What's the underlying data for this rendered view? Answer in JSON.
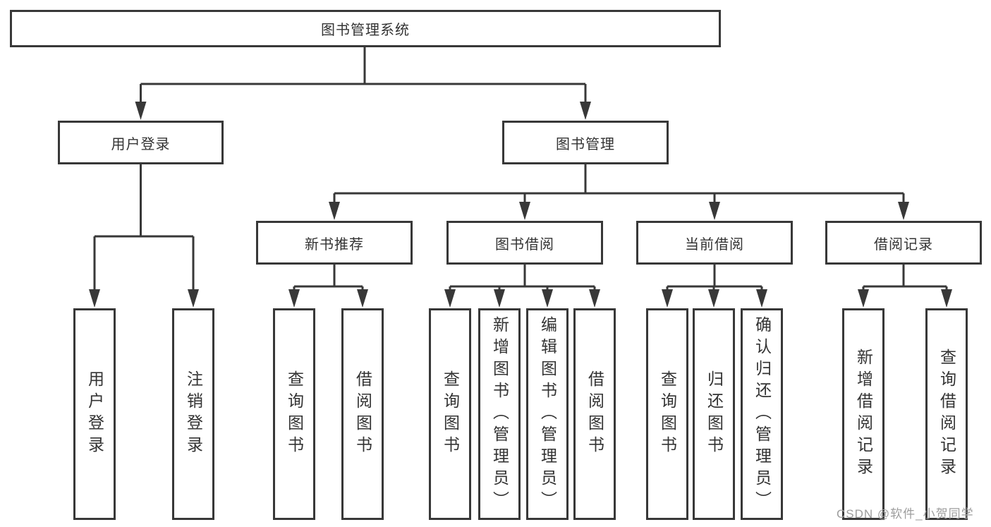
{
  "tree": {
    "label": "图书管理系统",
    "children": [
      {
        "label": "用户登录",
        "children": [
          {
            "label": "用户登录"
          },
          {
            "label": "注销登录"
          }
        ]
      },
      {
        "label": "图书管理",
        "children": [
          {
            "label": "新书推荐",
            "children": [
              {
                "label": "查询图书"
              },
              {
                "label": "借阅图书"
              }
            ]
          },
          {
            "label": "图书借阅",
            "children": [
              {
                "label": "查询图书"
              },
              {
                "label": "新增图书（管理员）"
              },
              {
                "label": "编辑图书（管理员）"
              },
              {
                "label": "借阅图书"
              }
            ]
          },
          {
            "label": "当前借阅",
            "children": [
              {
                "label": "查询图书"
              },
              {
                "label": "归还图书"
              },
              {
                "label": "确认归还（管理员）"
              }
            ]
          },
          {
            "label": "借阅记录",
            "children": [
              {
                "label": "新增借阅记录"
              },
              {
                "label": "查询借阅记录"
              }
            ]
          }
        ]
      }
    ]
  },
  "watermark": "CSDN @软件_小贺同学",
  "colors": {
    "line": "#383838",
    "text": "#333333",
    "watermark": "#9d9d9d",
    "background": "#ffffff"
  }
}
